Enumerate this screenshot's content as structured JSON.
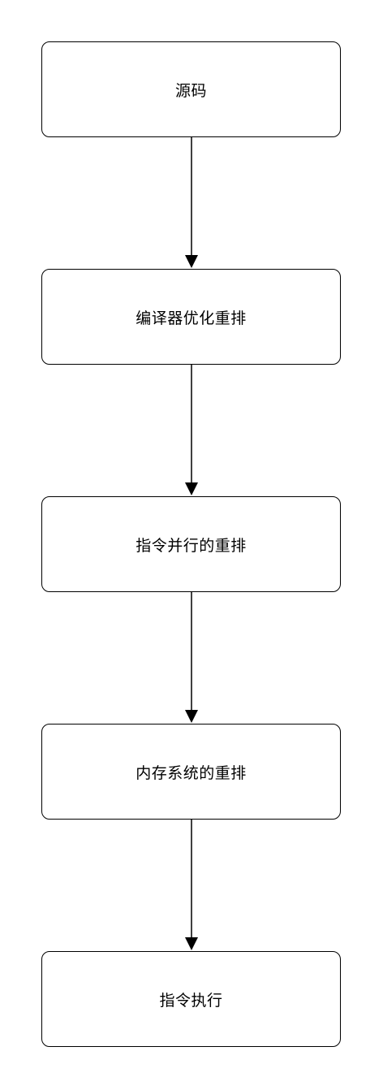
{
  "diagram": {
    "nodes": [
      {
        "label": "源码"
      },
      {
        "label": "编译器优化重排"
      },
      {
        "label": "指令并行的重排"
      },
      {
        "label": "内存系统的重排"
      },
      {
        "label": "指令执行"
      }
    ],
    "edges": [
      {
        "from": 0,
        "to": 1
      },
      {
        "from": 1,
        "to": 2
      },
      {
        "from": 2,
        "to": 3
      },
      {
        "from": 3,
        "to": 4
      }
    ],
    "colors": {
      "stroke": "#000000",
      "fill": "#ffffff",
      "text": "#000000"
    }
  }
}
